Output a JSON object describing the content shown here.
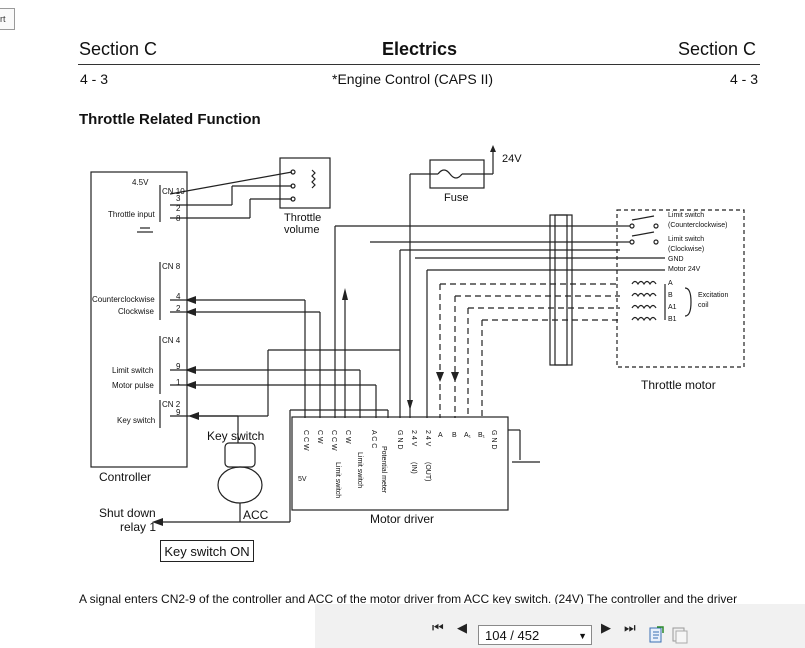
{
  "header": {
    "section_left": "Section C",
    "title": "Electrics",
    "section_right": "Section C",
    "page_left": "4 - 3",
    "subtitle": "*Engine Control (CAPS II)",
    "page_right": "4 - 3"
  },
  "heading": "Throttle Related Function",
  "diagram": {
    "v45": "4.5V",
    "cn10": "CN 10",
    "cn10_pins": [
      "3",
      "2",
      "8"
    ],
    "throttle_input": "Throttle input",
    "throttle_volume": [
      "Throttle",
      "volume"
    ],
    "fuse": "Fuse",
    "v24": "24V",
    "cn8": "CN 8",
    "cn8_pins": [
      "4",
      "2"
    ],
    "counterclockwise": "Counterclockwise",
    "clockwise": "Clockwise",
    "cn4": "CN 4",
    "cn4_pins": [
      "9",
      "1"
    ],
    "limit_switch": "Limit switch",
    "motor_pulse": "Motor pulse",
    "cn2": "CN 2",
    "cn2_pins": [
      "9"
    ],
    "key_switch_pin": "Key switch",
    "controller": "Controller",
    "key_switch": "Key switch",
    "acc": "ACC",
    "shut_down": [
      "Shut down",
      "relay 1"
    ],
    "key_switch_on": "Key switch ON",
    "motor_driver": "Motor driver",
    "v5": "5V",
    "driver_terms": [
      "C C W",
      "C W",
      "C C W",
      "C W",
      "A C C",
      "G N D",
      "2 4 V",
      "2 4 V",
      "A",
      "B",
      "A₁",
      "B₁",
      "G N D"
    ],
    "driver_sub": [
      "Limit switch",
      "Limit switch",
      "Potential meter",
      "(IN)",
      "(OUT)"
    ],
    "motor_labels": [
      "Limit switch",
      "(Counterclockwise)",
      "Limit switch",
      "(Clockwise)",
      "GND",
      "Motor 24V",
      "A",
      "B",
      "A1",
      "B1"
    ],
    "excitation_coil": [
      "Excitation",
      "coil"
    ],
    "throttle_motor": "Throttle motor"
  },
  "body_text": "A signal enters CN2-9 of the controller and ACC of the motor driver from ACC key switch. (24V) The controller and the driver",
  "corner_tab": "rt",
  "toolbar": {
    "first": "⏮",
    "prev": "◀",
    "page_indicator": "104 / 452",
    "next": "▶",
    "last": "⏭"
  }
}
